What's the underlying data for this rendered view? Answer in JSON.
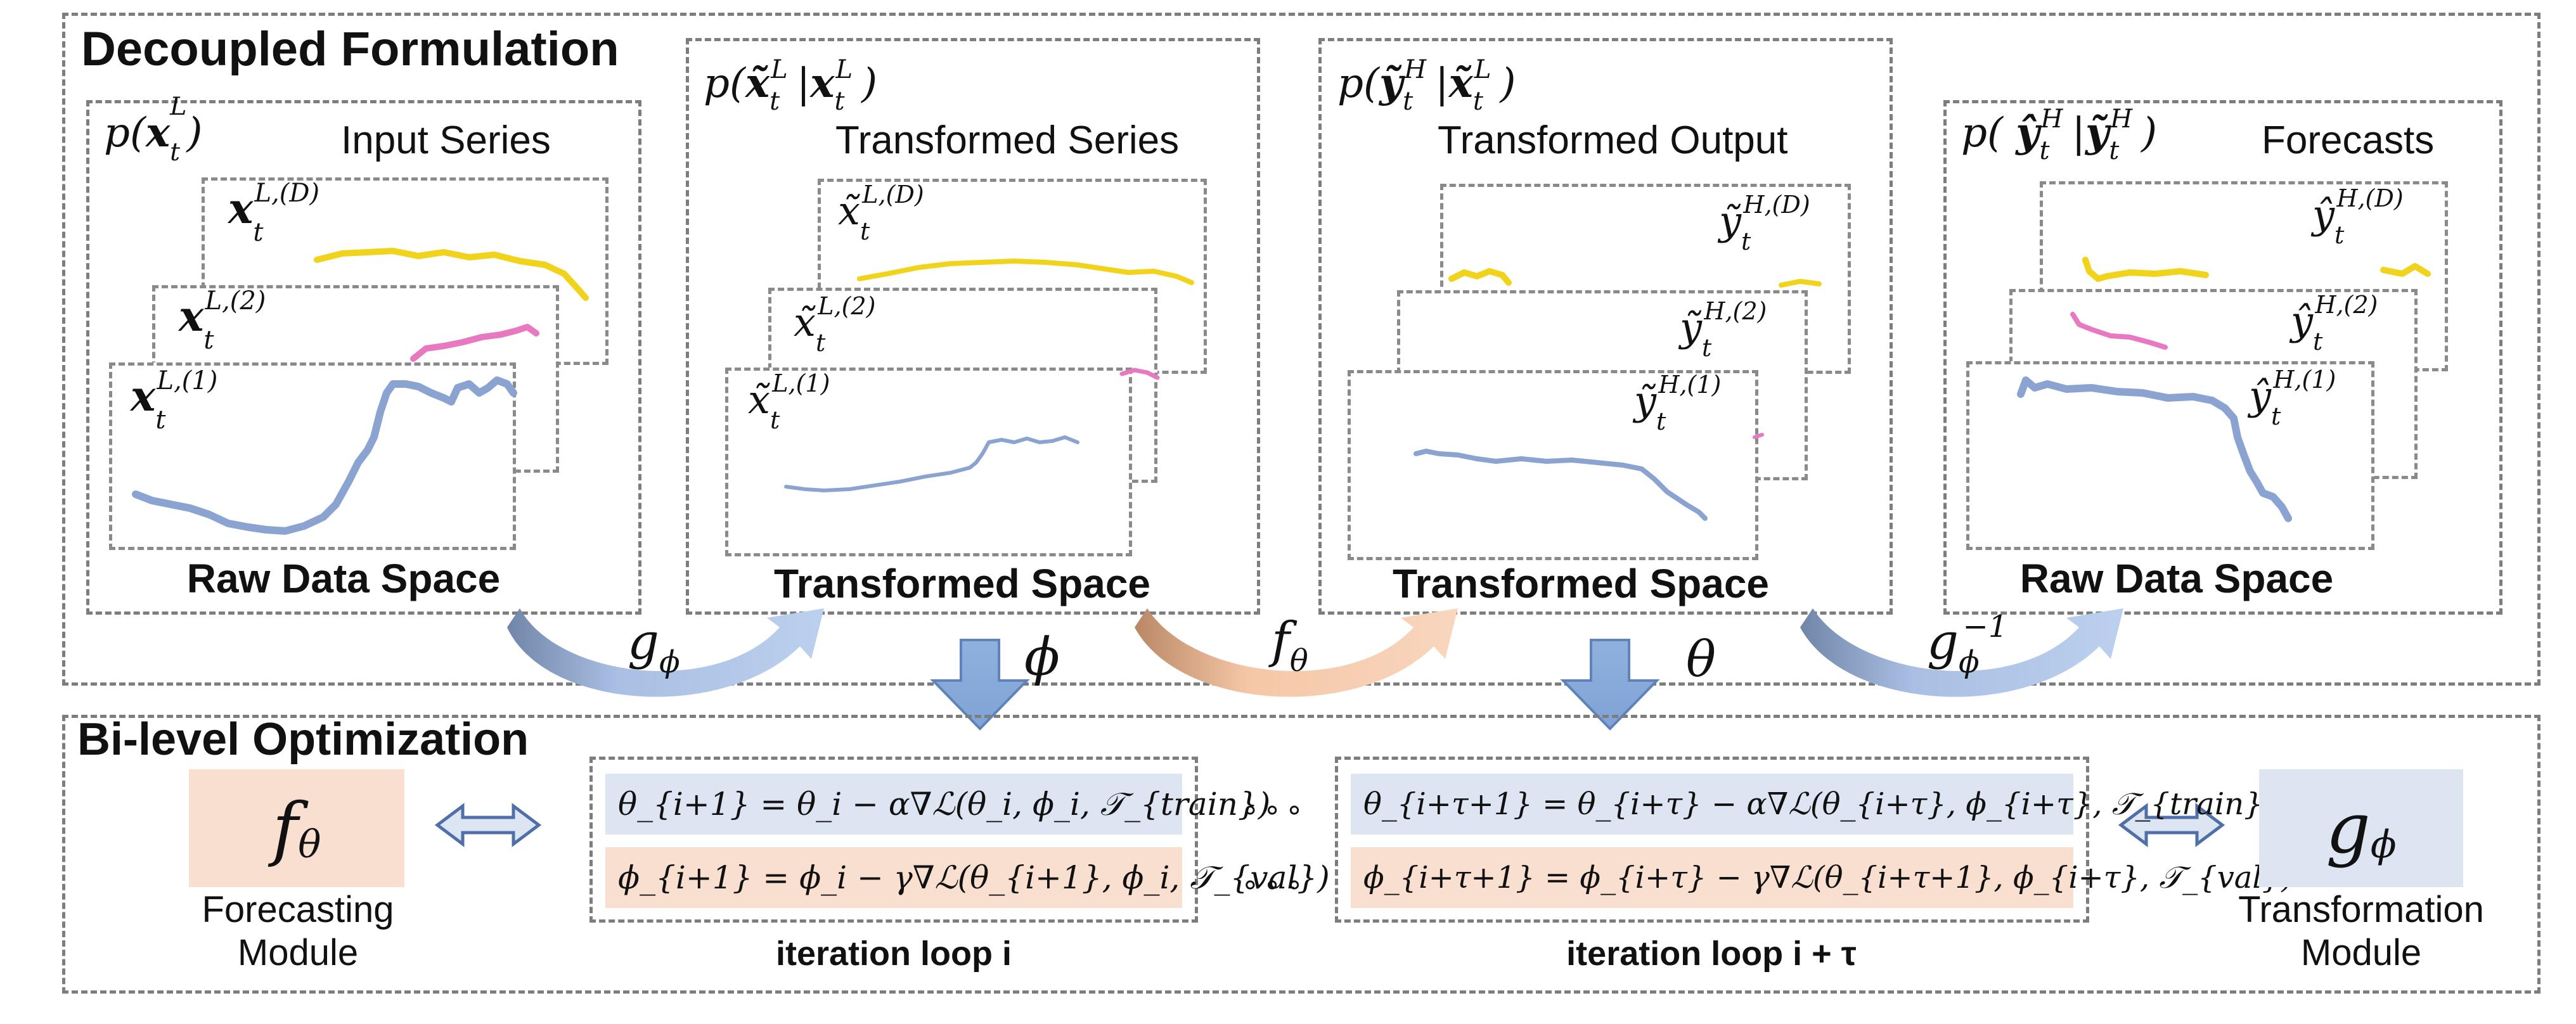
{
  "sections": {
    "top_title": "Decoupled Formulation",
    "bottom_title": "Bi-level  Optimization"
  },
  "panels": [
    {
      "id": "input",
      "dist": "p(x_t^L)",
      "title": "Input Series",
      "space": "Raw Data Space",
      "layers": [
        "x_t^{L,(D)}",
        "x_t^{L,(2)}",
        "x_t^{L,(1)}"
      ]
    },
    {
      "id": "transformed-series",
      "dist": "p(x̃_t^L | x_t^L)",
      "title": "Transformed Series",
      "space": "Transformed Space",
      "layers": [
        "x̃_t^{L,(D)}",
        "x̃_t^{L,(2)}",
        "x̃_t^{L,(1)}"
      ]
    },
    {
      "id": "transformed-output",
      "dist": "p(ỹ_t^H | x̃_t^L)",
      "title": "Transformed Output",
      "space": "Transformed Space",
      "layers": [
        "ỹ_t^{H,(D)}",
        "ỹ_t^{H,(2)}",
        "ỹ_t^{H,(1)}"
      ]
    },
    {
      "id": "forecasts",
      "dist": "p( ŷ_t^H | ỹ_t^H)",
      "title": "Forecasts",
      "space": "Raw Data Space",
      "layers": [
        "ŷ_t^{H,(D)}",
        "ŷ_t^{H,(2)}",
        "ŷ_t^{H,(1)}"
      ]
    }
  ],
  "arrows": {
    "g_phi": "g_ϕ",
    "f_theta": "f_θ",
    "g_phi_inv": "g_ϕ^{-1}",
    "phi": "ϕ",
    "theta": "θ"
  },
  "optimization": {
    "loop1": {
      "theta_eq": "θ_{i+1} = θ_i − α∇ℒ(θ_i, ϕ_i, 𝒯_{train})",
      "phi_eq": "ϕ_{i+1} = ϕ_i − γ∇ℒ(θ_{i+1}, ϕ_i, 𝒯_{val})",
      "label": "iteration loop i"
    },
    "loop2": {
      "theta_eq": "θ_{i+τ+1} = θ_{i+τ} − α∇ℒ(θ_{i+τ}, ϕ_{i+τ}, 𝒯_{train})",
      "phi_eq": "ϕ_{i+τ+1} = ϕ_{i+τ} − γ∇ℒ(θ_{i+τ+1}, ϕ_{i+τ}, 𝒯_{val})",
      "label": "iteration loop i + τ"
    },
    "dots": "∘∘∘",
    "forecasting_module": {
      "symbol": "f_θ",
      "label": "Forecasting Module"
    },
    "transformation_module": {
      "symbol": "g_ϕ",
      "label": "Transformation Module"
    }
  },
  "colors": {
    "yellow": "#f2d31b",
    "pink": "#e879c0",
    "blue": "#8aa3d1",
    "arrow_blue": "#a9bfe3",
    "arrow_orange": "#f5c7a6",
    "theta_fill": "#dde5f2",
    "phi_fill": "#f8dfcf",
    "forecasting_fill": "#f8dfcf",
    "transformation_fill": "#dde5f2",
    "down_arrow": "#8fb1de"
  }
}
